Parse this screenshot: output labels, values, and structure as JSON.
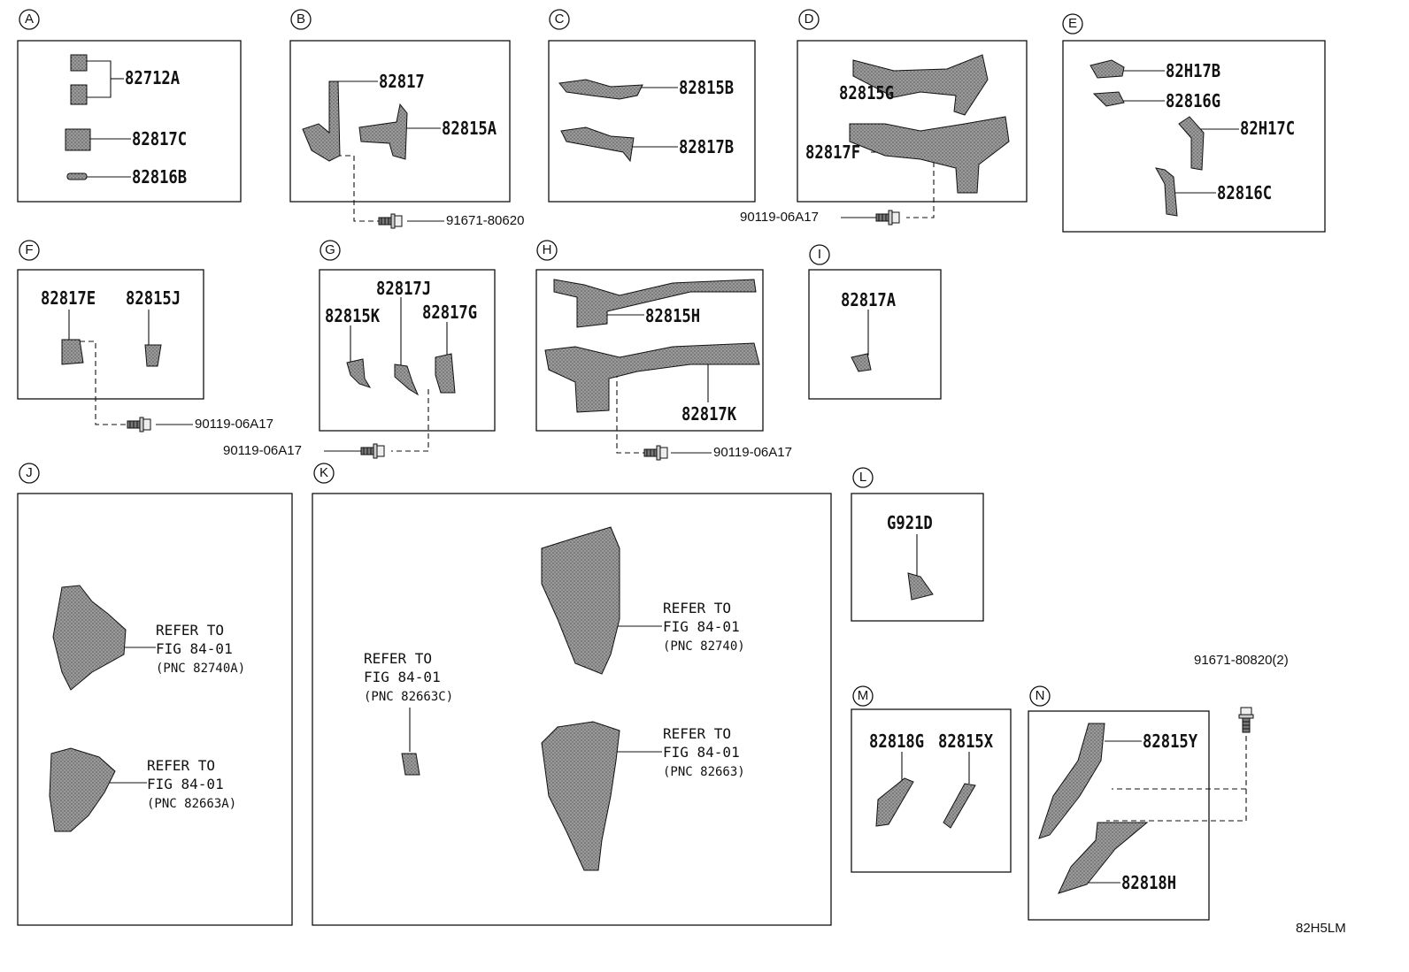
{
  "sections": {
    "a": "A",
    "b": "B",
    "c": "C",
    "d": "D",
    "e": "E",
    "f": "F",
    "g": "G",
    "h": "H",
    "i": "I",
    "j": "J",
    "k": "K",
    "l": "L",
    "m": "M",
    "n": "N"
  },
  "parts": {
    "a1": "82712A",
    "a2": "82817C",
    "a3": "82816B",
    "b1": "82817",
    "b2": "82815A",
    "b_bolt": "91671-80620",
    "c1": "82815B",
    "c2": "82817B",
    "d1": "82815G",
    "d2": "82817F",
    "d_bolt": "90119-06A17",
    "e1": "82H17B",
    "e2": "82816G",
    "e3": "82H17C",
    "e4": "82816C",
    "f1": "82817E",
    "f2": "82815J",
    "f_bolt": "90119-06A17",
    "g1": "82817J",
    "g2": "82815K",
    "g3": "82817G",
    "g_bolt": "90119-06A17",
    "h1": "82815H",
    "h2": "82817K",
    "h_bolt": "90119-06A17",
    "i1": "82817A",
    "l1": "G921D",
    "m1": "82818G",
    "m2": "82815X",
    "n1": "82815Y",
    "n2": "82818H",
    "n_bolt": "91671-80820(2)"
  },
  "notes": {
    "j1": {
      "line1": "REFER TO",
      "line2": "FIG 84-01",
      "line3": "(PNC 82740A)"
    },
    "j2": {
      "line1": "REFER TO",
      "line2": "FIG 84-01",
      "line3": "(PNC 82663A)"
    },
    "k1": {
      "line1": "REFER TO",
      "line2": "FIG 84-01",
      "line3": "(PNC 82663C)"
    },
    "k2": {
      "line1": "REFER TO",
      "line2": "FIG 84-01",
      "line3": "(PNC 82740)"
    },
    "k3": {
      "line1": "REFER TO",
      "line2": "FIG 84-01",
      "line3": "(PNC 82663)"
    }
  },
  "diagram_code": "82H5LM",
  "colors": {
    "line": "#111111",
    "part_fill": "#8a8a8a",
    "part_dark": "#3a3a3a",
    "background": "#ffffff"
  }
}
